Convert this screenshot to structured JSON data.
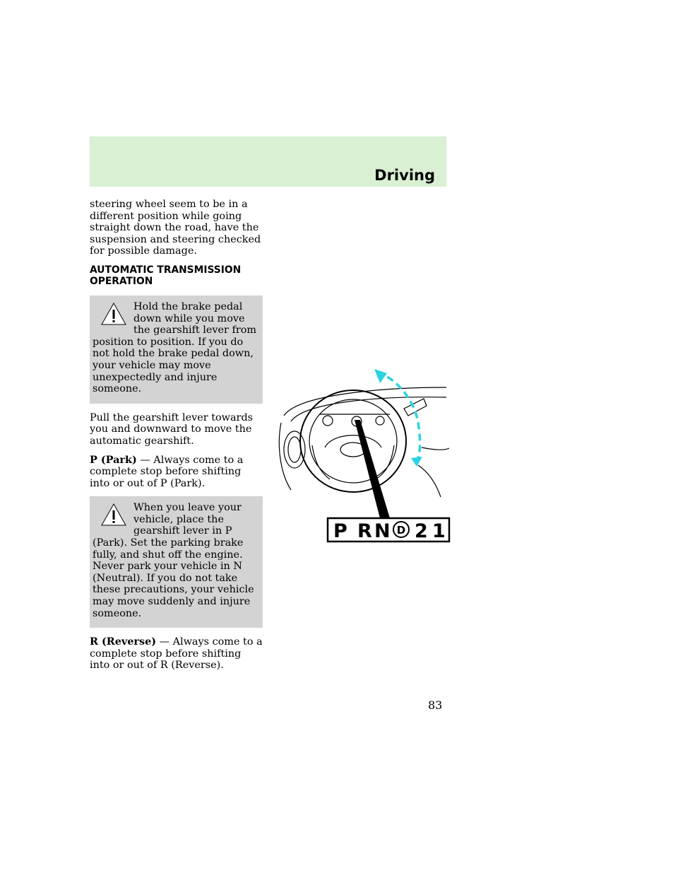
{
  "header": {
    "section_title": "Driving"
  },
  "body": {
    "para_continued": "steering wheel seem to be in a different position while going straight down the road, have the suspension and steering checked for possible damage.",
    "heading": "AUTOMATIC TRANSMISSION OPERATION",
    "warning_1": "Hold the brake pedal down while you move the gearshift lever from position to position. If you do not hold the brake pedal down, your vehicle may move unexpectedly and injure someone.",
    "para_pull": "Pull the gearshift lever towards you and downward to move the automatic gearshift.",
    "park_term": "P (Park)",
    "park_text": " — Always come to a complete stop before shifting into or out of P (Park).",
    "warning_2": "When you leave your vehicle, place the gearshift lever in P (Park). Set the parking brake fully, and shut off the engine. Never park your vehicle in N (Neutral). If you do not take these precautions, your vehicle may move suddenly and injure someone.",
    "reverse_term": "R (Reverse)",
    "reverse_text": " — Always come to a complete stop before shifting into or out of R (Reverse)."
  },
  "illustration": {
    "gear_labels": {
      "p": "P",
      "r": "R",
      "n": "N",
      "d": "D",
      "two": "2",
      "one": "1"
    },
    "arrow_color": "#2ad4e0"
  },
  "footer": {
    "page_number": "83"
  }
}
